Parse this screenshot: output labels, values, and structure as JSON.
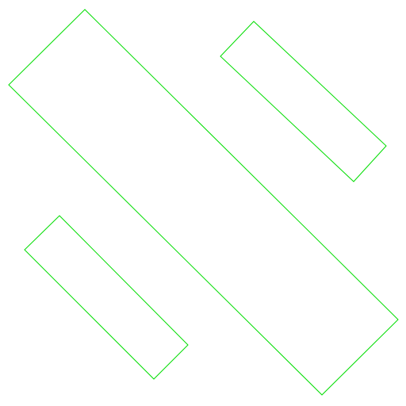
{
  "diagram": {
    "background_color": "#ffffff",
    "stroke_color": "#00dd00",
    "shapes": [
      {
        "kind": "rotated-rectangle",
        "rotation_deg": 45
      },
      {
        "kind": "rotated-rectangle",
        "rotation_deg": 45
      },
      {
        "kind": "rotated-rectangle",
        "rotation_deg": 45
      }
    ]
  }
}
